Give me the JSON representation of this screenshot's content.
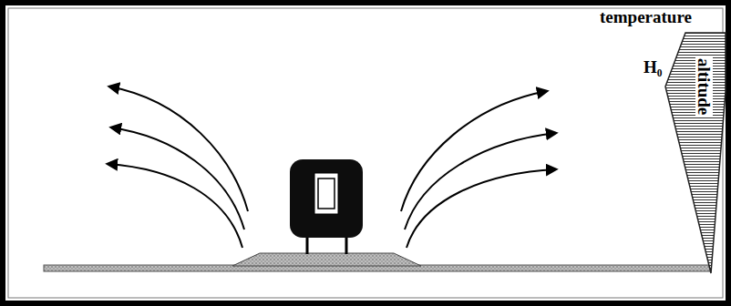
{
  "diagram": {
    "labels": [
      "temperature",
      "H₀",
      "altitude"
    ]
  }
}
